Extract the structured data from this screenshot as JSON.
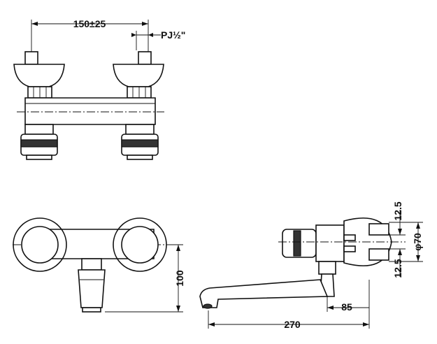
{
  "dimensions": {
    "pitch": "150±25",
    "thread": "PJ½\"",
    "height": "100",
    "top_offset": "12.5",
    "bottom_offset": "12.5",
    "diameter": "φ70",
    "spout_offset": "85",
    "spout_length": "270"
  },
  "colors": {
    "line": "#111111",
    "background": "#ffffff"
  }
}
